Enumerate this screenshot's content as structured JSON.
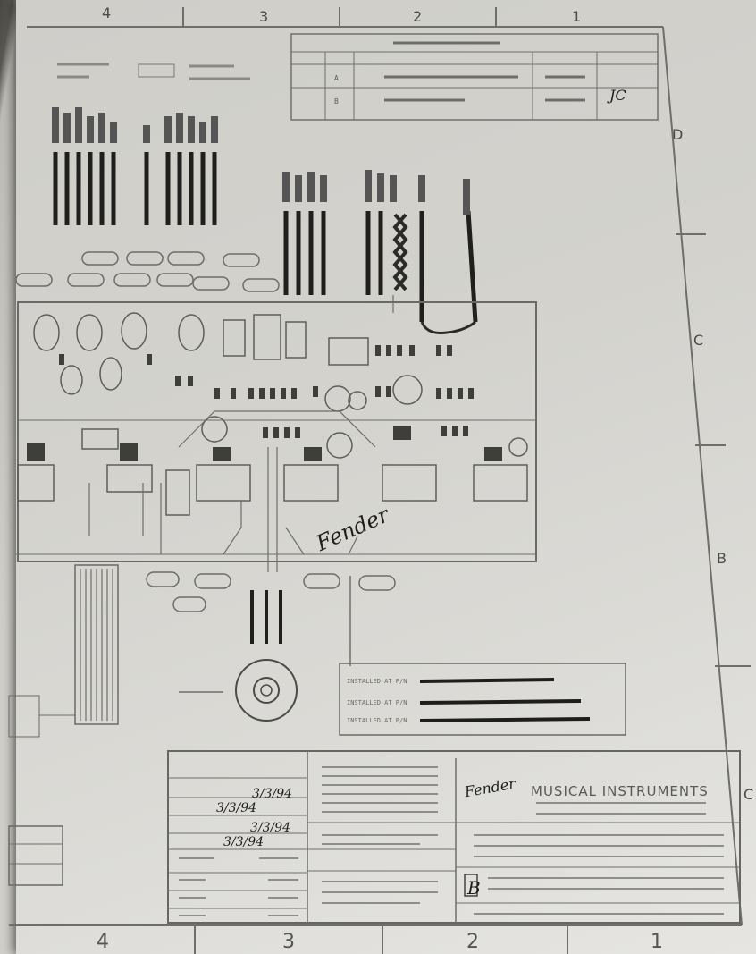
{
  "zones_top": [
    "4",
    "3",
    "2",
    "1"
  ],
  "zones_bottom": [
    "4",
    "3",
    "2",
    "1"
  ],
  "zones_right": [
    "D",
    "C",
    "B"
  ],
  "zone_right_edge": "C",
  "revision_block": {
    "rev_a": "A",
    "rev_b": "B",
    "initials": "JC"
  },
  "installed_rows": [
    "INSTALLED AT P/N",
    "INSTALLED AT P/N",
    "INSTALLED AT P/N"
  ],
  "title_block": {
    "company": "MUSICAL INSTRUMENTS",
    "logo_script": "Fender",
    "revision_letter": "B",
    "handwritten_dates": [
      "3/3/94",
      "3/3/94",
      "3/3/94",
      "3/3/94"
    ]
  },
  "board_signature": "Fender"
}
